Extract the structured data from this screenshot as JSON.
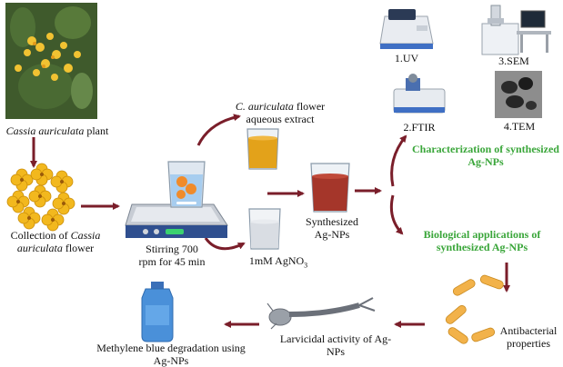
{
  "colors": {
    "arrow": "#7a1e2a",
    "green_heading": "#3aa63a",
    "flower": "#f2b81e",
    "extract": "#e3a21a",
    "silver": "#a5362a",
    "water": "#d9dde3",
    "stirrer": "#2f4f8f",
    "bottle": "#4a90d9"
  },
  "labels": {
    "plant_name": "Cassia auriculata",
    "plant_suffix": " plant",
    "collection_prefix": "Collection of ",
    "collection_name_1": "Cassia",
    "collection_name_2": "auriculata",
    "collection_suffix": " flower",
    "stirring_line1": "Stirring 700",
    "stirring_line2": "rpm for 45 min",
    "extract_name": "C. auriculata",
    "extract_suffix": " flower",
    "extract_line2": "aqueous extract",
    "agno3_main": "1mM AgNO",
    "agno3_sub": "3",
    "synth_line1": "Synthesized",
    "synth_line2": "Ag-NPs",
    "uv": "1.UV",
    "sem": "3.SEM",
    "ftir": "2.FTIR",
    "tem": "4.TEM",
    "char_line1": "Characterization of synthesized",
    "char_line2": "Ag-NPs",
    "bio_line1": "Biological applications of",
    "bio_line2": "synthesized Ag-NPs",
    "antibacterial_line1": "Antibacterial",
    "antibacterial_line2": "properties",
    "larvicidal_line1": "Larvicidal activity of Ag-",
    "larvicidal_line2": "NPs",
    "methylene_line1": "Methylene blue degradation using",
    "methylene_line2": "Ag-NPs"
  },
  "icons": {
    "plant_photo": "plant-photo",
    "flowers": "flower-cluster-icon",
    "stirrer": "magnetic-stirrer-icon",
    "extract_beaker": "beaker-icon",
    "agno3_beaker": "beaker-icon",
    "agnps_beaker": "beaker-icon",
    "uv": "uv-spectrophotometer-icon",
    "sem": "sem-microscope-icon",
    "ftir": "ftir-spectrometer-icon",
    "tem": "tem-image-icon",
    "bacteria": "bacteria-icon",
    "larva": "mosquito-larva-icon",
    "bottle": "bottle-icon"
  }
}
